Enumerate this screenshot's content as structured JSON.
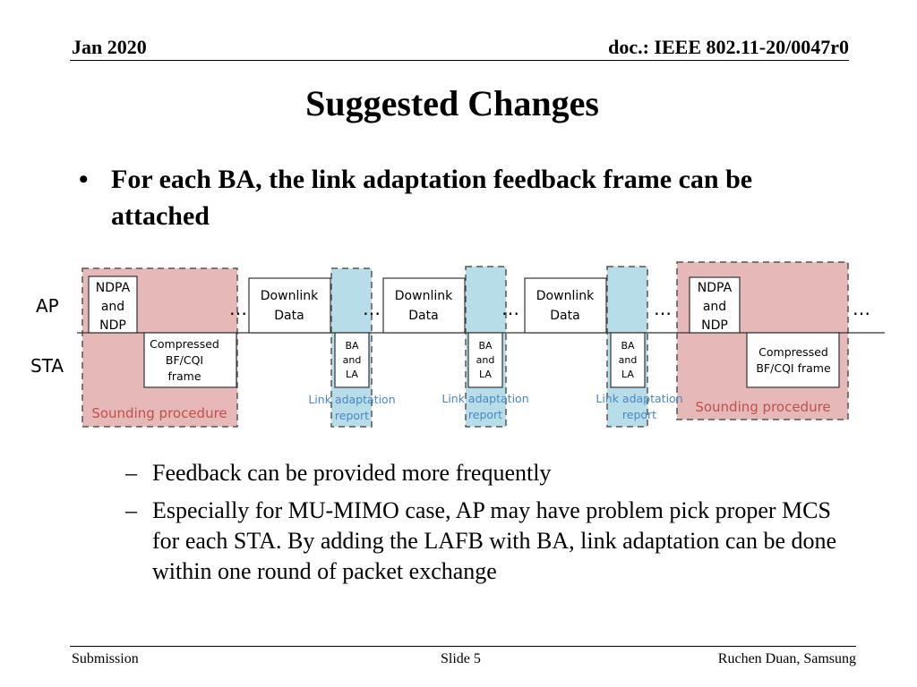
{
  "header": {
    "date": "Jan 2020",
    "doc": "doc.: IEEE 802.11-20/0047r0"
  },
  "title": "Suggested Changes",
  "bullet": "For each BA, the link adaptation feedback frame can be attached",
  "diagram": {
    "ap_label": "AP",
    "sta_label": "STA",
    "ndpa": [
      "NDPA",
      "and",
      "NDP"
    ],
    "downlink": [
      "Downlink",
      "Data"
    ],
    "ba": [
      "BA",
      "and",
      "LA"
    ],
    "compressed_left": [
      "Compressed",
      "BF/CQI",
      "frame"
    ],
    "compressed_right": [
      "Compressed",
      "BF/CQI frame"
    ],
    "sounding": "Sounding procedure",
    "link_report": [
      "Link adaptation",
      "report"
    ],
    "ellipsis": "…",
    "colors": {
      "sounding_fill": "#e6b8b7",
      "link_fill": "#b7dde8",
      "link_text": "#4a86c8",
      "sounding_text": "#c0504d"
    }
  },
  "subbullets": [
    {
      "dash": "–",
      "text": "Feedback can be provided more frequently"
    },
    {
      "dash": "–",
      "text": "Especially for MU-MIMO case, AP may have problem pick proper MCS for each STA. By adding the LAFB with BA, link adaptation can be done within one round of packet exchange"
    }
  ],
  "footer": {
    "left": "Submission",
    "center": "Slide 5",
    "right": "Ruchen Duan, Samsung"
  }
}
